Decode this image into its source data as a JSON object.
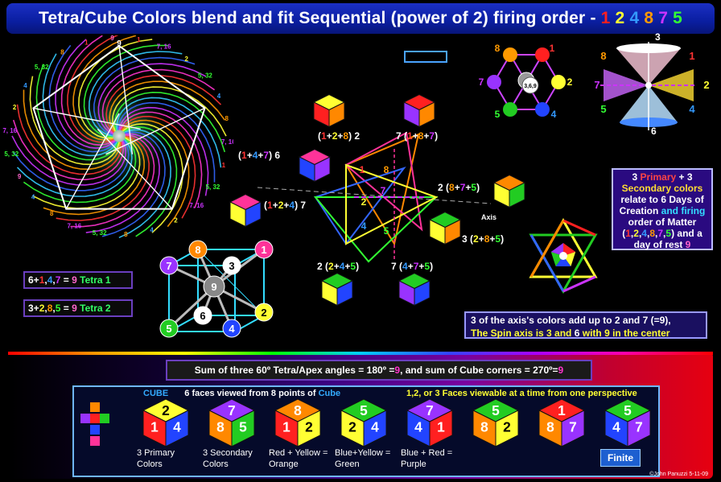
{
  "title": {
    "text": "Tetra/Cube Colors blend and fit Sequential (power of 2) firing order -",
    "sequence": [
      {
        "n": "1",
        "color": "#ff2020"
      },
      {
        "n": "2",
        "color": "#ffff33"
      },
      {
        "n": "4",
        "color": "#3399ff"
      },
      {
        "n": "8",
        "color": "#ff9900"
      },
      {
        "n": "7",
        "color": "#cc33ff"
      },
      {
        "n": "5",
        "color": "#33ff33"
      }
    ]
  },
  "spiral": {
    "top_label": "9",
    "labels": [
      "1",
      "7, 16",
      "2",
      "5, 32",
      "4",
      "8",
      "7, 16",
      "1",
      "5, 32",
      "7, 16",
      "2",
      "4",
      "8",
      "5, 32",
      "7, 16",
      "8",
      "4",
      "9",
      "5, 32",
      "7, 16",
      "2",
      "4",
      "5, 32",
      "8",
      "1",
      "9"
    ]
  },
  "tetra_notes": {
    "tetra1": {
      "parts": [
        "6+",
        "1",
        ",",
        "4",
        ",",
        "7",
        " = ",
        "9",
        " Tetra 1"
      ]
    },
    "tetra2": {
      "parts": [
        "3+",
        "2",
        ",",
        "8",
        ",",
        "5",
        " = ",
        "9",
        " Tetra 2"
      ]
    }
  },
  "star_labels": {
    "top_left": {
      "open": "(",
      "a": "1",
      "plus1": "+",
      "b": "2",
      "plus2": "+",
      "c": "8",
      "close": ") 2"
    },
    "top_right": {
      "pre": "7 (",
      "a": "1",
      "plus1": "+",
      "b": "8",
      "plus2": "+",
      "c": "7",
      "close": ")"
    },
    "left_upper": {
      "open": "(",
      "a": "1",
      "plus1": "+",
      "b": "4",
      "plus2": "+",
      "c": "7",
      "close": ")  6"
    },
    "left_lower": {
      "open": "(",
      "a": "1",
      "plus1": "+",
      "b": "2",
      "plus2": "+",
      "c": "4",
      "close": ") 7"
    },
    "right_upper": {
      "pre": "2 (",
      "a": "8",
      "plus1": "+",
      "b": "7",
      "plus2": "+",
      "c": "5",
      "close": ")"
    },
    "right_lower": {
      "pre": "3 (",
      "a": "2",
      "plus1": "+",
      "b": "8",
      "plus2": "+",
      "c": "5",
      "close": ")"
    },
    "bottom_left": {
      "pre": "2 (",
      "a": "2",
      "plus1": "+",
      "b": "4",
      "plus2": "+",
      "c": "5",
      "close": ")"
    },
    "bottom_right": {
      "pre": "7 (",
      "a": "4",
      "plus1": "+",
      "b": "7",
      "plus2": "+",
      "c": "5",
      "close": ")"
    },
    "axis": "Axis"
  },
  "star_inner": [
    "1",
    "8",
    "7",
    "2",
    "5",
    "4"
  ],
  "hexagon_nodes": [
    "8",
    "1",
    "7",
    "2",
    "5",
    "4"
  ],
  "hexagon_center": "3,6,9",
  "cones": {
    "top": "3",
    "bottom": "6",
    "labels": [
      "8",
      "1",
      "7",
      "2",
      "5",
      "4"
    ]
  },
  "days_box": {
    "lines": [
      [
        [
          "3 ",
          "#fff"
        ],
        [
          "Primary",
          "#ff4444"
        ],
        [
          " + 3",
          "#fff"
        ]
      ],
      [
        [
          "Secondary colors",
          "#ffdd33"
        ]
      ],
      [
        [
          "relate to 6 Days of",
          "#fff"
        ]
      ],
      [
        [
          "Creation ",
          "#fff"
        ],
        [
          "and firing",
          "#33ddff"
        ]
      ],
      [
        [
          "order of Matter",
          "#fff"
        ]
      ],
      [
        [
          "(",
          "#fff"
        ],
        [
          "1",
          "#ff3333"
        ],
        [
          ",",
          "#fff"
        ],
        [
          "2",
          "#ffff33"
        ],
        [
          ",",
          "#fff"
        ],
        [
          "4",
          "#3399ff"
        ],
        [
          ",",
          "#fff"
        ],
        [
          "8",
          "#ff9900"
        ],
        [
          ",",
          "#fff"
        ],
        [
          "7",
          "#cc33ff"
        ],
        [
          ",",
          "#fff"
        ],
        [
          "5",
          "#33ff33"
        ],
        [
          ")  and a",
          "#fff"
        ]
      ],
      [
        [
          "day of rest ",
          "#fff"
        ],
        [
          "9",
          "#ff66cc"
        ]
      ]
    ]
  },
  "axis_box": {
    "line1": "3 of the axis's colors add up to 2 and 7 (=9),",
    "line2_a": "The Spin axis is 3 and ",
    "line2_b": "6",
    "line2_c": " with 9 in the center"
  },
  "cube_diagram": {
    "nodes": [
      "7",
      "8",
      "3",
      "1",
      "9",
      "6",
      "5",
      "4",
      "2"
    ]
  },
  "sum_bar": {
    "a": "Sum of three 60º Tetra/Apex angles = 180º = ",
    "b": "9",
    "c": ", and sum of Cube corners = 270º= ",
    "d": "9"
  },
  "cube_panel": {
    "cube_word": "CUBE",
    "faces_text": "6 faces viewed from 8 points of ",
    "cube_word2": "Cube",
    "faces_note": "1,2, or 3 Faces viewable at a time from one perspective",
    "cubes": [
      {
        "top": "2",
        "left": "1",
        "right": "4",
        "ct": "#ffff33",
        "cl": "#ff2020",
        "cr": "#2244ff",
        "caption": [
          "3 Primary",
          "Colors"
        ]
      },
      {
        "top": "7",
        "left": "8",
        "right": "5",
        "ct": "#9933ff",
        "cl": "#ff8800",
        "cr": "#22cc22",
        "caption": [
          "3 Secondary",
          "Colors"
        ]
      },
      {
        "top": "8",
        "left": "1",
        "right": "2",
        "ct": "#ff8800",
        "cl": "#ff2020",
        "cr": "#ffff33",
        "caption": [
          "Red + Yellow =",
          "Orange"
        ]
      },
      {
        "top": "5",
        "left": "2",
        "right": "4",
        "ct": "#22cc22",
        "cl": "#ffff33",
        "cr": "#2244ff",
        "caption": [
          "Blue+Yellow =",
          "Green"
        ]
      },
      {
        "top": "7",
        "left": "4",
        "right": "1",
        "ct": "#9933ff",
        "cl": "#2244ff",
        "cr": "#ff2020",
        "caption": [
          "Blue + Red =",
          "Purple"
        ]
      },
      {
        "top": "5",
        "left": "8",
        "right": "2",
        "ct": "#22cc22",
        "cl": "#ff8800",
        "cr": "#ffff33",
        "caption": []
      },
      {
        "top": "1",
        "left": "8",
        "right": "7",
        "ct": "#ff2020",
        "cl": "#ff8800",
        "cr": "#9933ff",
        "caption": []
      },
      {
        "top": "5",
        "left": "4",
        "right": "7",
        "ct": "#22cc22",
        "cl": "#2244ff",
        "cr": "#9933ff",
        "caption": []
      }
    ],
    "finite": "Finite"
  },
  "credit": "©John Panuzzi 5-11-09",
  "colors": {
    "red": "#ff2020",
    "yellow": "#ffff33",
    "blue": "#2244ff",
    "orange": "#ff8800",
    "purple": "#9933ff",
    "green": "#22cc22",
    "pink": "#ff3399",
    "cyan": "#33ddff"
  }
}
